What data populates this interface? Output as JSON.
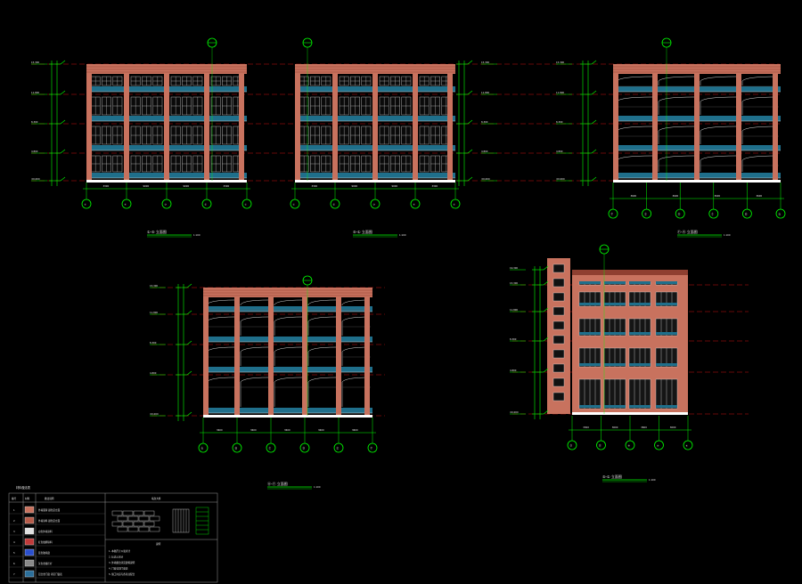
{
  "colors": {
    "background": "#000000",
    "dimension": "#00ff00",
    "level_line": "#cc1111",
    "brick": "#c8725e",
    "brick_dark": "#8f3f30",
    "glass": "#1f6f8b",
    "text": "#e8e8e8",
    "window": "#d8d8d8"
  },
  "elevations": [
    {
      "id": "elev-1",
      "title": "①-⑤ 立面图",
      "scale": "1:100",
      "levels": [
        "15.300",
        "11.800",
        "8.300",
        "4.800",
        "±0.000"
      ],
      "bays": [
        "3300",
        "9000",
        "9000",
        "3300"
      ],
      "axes": [
        "⑤",
        "④",
        "③",
        "②",
        "①"
      ]
    },
    {
      "id": "elev-2",
      "title": "⑤-① 立面图",
      "scale": "1:100",
      "levels": [
        "15.300",
        "11.800",
        "8.300",
        "4.800",
        "±0.000"
      ],
      "bays": [
        "3300",
        "9000",
        "9000",
        "3300"
      ],
      "axes": [
        "①",
        "②",
        "③",
        "④",
        "⑤"
      ]
    },
    {
      "id": "elev-3",
      "title": "Ⓕ-Ⓐ 立面图",
      "scale": "1:100",
      "levels": [
        "15.300",
        "11.800",
        "8.300",
        "4.800",
        "±0.000"
      ],
      "bays": [
        "3600",
        "3600",
        "3600",
        "3600"
      ],
      "axes": [
        "Ⓕ",
        "Ⓔ",
        "Ⓓ",
        "Ⓒ",
        "Ⓑ",
        "Ⓐ"
      ]
    },
    {
      "id": "elev-4",
      "title": "Ⓐ-Ⓕ 立面图",
      "scale": "1:100",
      "levels": [
        "15.300",
        "11.800",
        "8.300",
        "4.800",
        "±0.000"
      ],
      "bays": [
        "3600",
        "3600",
        "3600",
        "3600",
        "3600"
      ],
      "axes": [
        "Ⓐ",
        "Ⓑ",
        "Ⓒ",
        "Ⓓ",
        "Ⓔ",
        "Ⓕ"
      ]
    },
    {
      "id": "elev-5",
      "title": "⑤-① 立面图",
      "scale": "1:100",
      "levels": [
        "19.300",
        "15.300",
        "11.800",
        "8.300",
        "4.800",
        "±0.000"
      ],
      "bays": [
        "3300",
        "3600",
        "3600",
        "3600"
      ],
      "axes": [
        "⑫",
        "⑪",
        "⑩",
        "⑨",
        "⑧"
      ]
    }
  ],
  "legend": {
    "title": "材料做法表",
    "headers": [
      "编号",
      "材料",
      "做法说明"
    ],
    "rows": [
      {
        "code": "1",
        "swatch": "#c8725e",
        "text": "外墙面砖 颜色见立面"
      },
      {
        "code": "2",
        "swatch": "#b85c4a",
        "text": "外墙涂料 颜色见立面"
      },
      {
        "code": "3",
        "swatch": "#e0e0e0",
        "text": "白色外墙涂料"
      },
      {
        "code": "4",
        "swatch": "#c03a3a",
        "text": "红色线脚涂料"
      },
      {
        "code": "5",
        "swatch": "#2a4fcf",
        "text": "蓝色玻璃窗"
      },
      {
        "code": "6",
        "swatch": "#8a8a8a",
        "text": "灰色金属栏杆"
      },
      {
        "code": "7",
        "swatch": "#2b6f9b",
        "text": "铝合金门窗 详见门窗表"
      }
    ],
    "detail_title": "墙身大样",
    "notes_title": "说明",
    "notes": [
      "1. 本图尺寸以毫米计",
      "2. 标高以米计",
      "3. 外墙做法详见建筑说明",
      "4. 门窗详见门窗表",
      "5. 施工时应与各专业配合"
    ]
  }
}
